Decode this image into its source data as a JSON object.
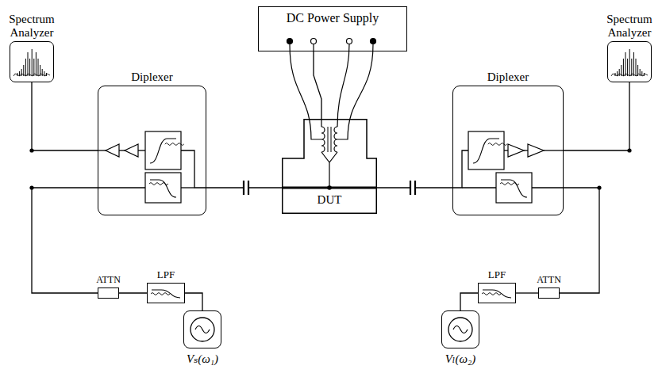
{
  "diagram": {
    "nodes": [
      {
        "text": [
          "DC Power Supply"
        ]
      },
      {
        "text": [
          "Spectrum Analyzer"
        ]
      },
      {
        "text": [
          "Spectrum Analyzer"
        ]
      },
      {
        "text": [
          "Diplexer"
        ]
      },
      {
        "text": [
          "Diplexer"
        ]
      },
      {
        "text": [
          "DUT"
        ]
      },
      {
        "text": [
          "ATTN"
        ]
      },
      {
        "text": [
          "LPF"
        ]
      },
      {
        "text": [
          "LPF"
        ]
      },
      {
        "text": [
          "ATTN"
        ]
      },
      {
        "text": [
          "Vₛ(ω₁)"
        ]
      },
      {
        "text": [
          "Vₗ(ω₂)"
        ]
      }
    ],
    "edges": [
      {
        "from": 0,
        "to": 5,
        "arrow": "none"
      },
      {
        "from": 1,
        "to": 3,
        "arrow": "none"
      },
      {
        "from": 3,
        "to": 5,
        "arrow": "none"
      },
      {
        "from": 5,
        "to": 4,
        "arrow": "none"
      },
      {
        "from": 4,
        "to": 2,
        "arrow": "none"
      },
      {
        "from": 3,
        "to": 6,
        "arrow": "none"
      },
      {
        "from": 6,
        "to": 7,
        "arrow": "none"
      },
      {
        "from": 7,
        "to": 10,
        "arrow": "none"
      },
      {
        "from": 11,
        "to": 8,
        "arrow": "none"
      },
      {
        "from": 8,
        "to": 9,
        "arrow": "none"
      },
      {
        "from": 9,
        "to": 4,
        "arrow": "none"
      }
    ]
  }
}
